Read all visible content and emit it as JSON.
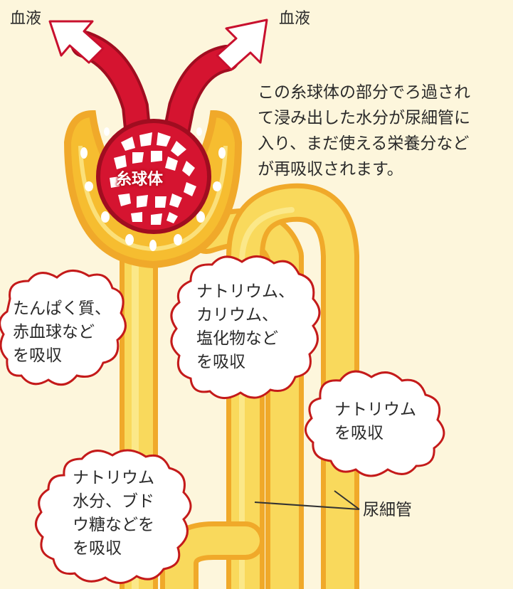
{
  "labels": {
    "blood_left": "血液",
    "blood_right": "血液",
    "glomerulus": "糸球体",
    "tubule": "尿細管"
  },
  "description": {
    "lines": [
      "この糸球体の部分でろ過され",
      "て浸み出した水分が尿細管に",
      "入り、まだ使える栄養分など",
      "が再吸収されます。"
    ]
  },
  "bubbles": [
    {
      "lines": [
        "たんぱく質、",
        "赤血球など",
        "を吸収"
      ]
    },
    {
      "lines": [
        "ナトリウム、",
        "カリウム、",
        "塩化物など",
        "を吸収"
      ]
    },
    {
      "lines": [
        "ナトリウム",
        "を吸収"
      ]
    },
    {
      "lines": [
        "ナトリウム",
        "水分、ブド",
        "ウ糖などを",
        "を吸収"
      ]
    }
  ],
  "colors": {
    "background": "#fdf6dc",
    "blood_red": "#c8102e",
    "tubule_yellow": "#f6c23a",
    "tubule_light": "#fbe07a",
    "bubble_outline": "#c41a1a",
    "arrow_outline": "#c8102e"
  }
}
